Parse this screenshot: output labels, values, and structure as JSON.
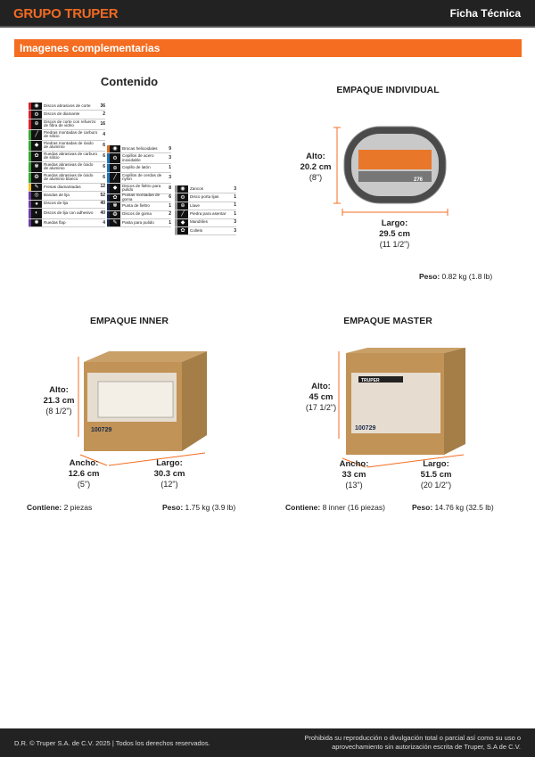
{
  "header": {
    "logo": "GRUPO TRUPER",
    "doc_type": "Ficha Técnica"
  },
  "section_title": "Imagenes complementarias",
  "contents": {
    "title": "Contenido",
    "col1": [
      {
        "label": "Discos abrasivos de corte",
        "qty": "36",
        "color": "#d9232d"
      },
      {
        "label": "Discos de diamante",
        "qty": "2",
        "color": "#d9232d"
      },
      {
        "label": "Discos de corte con refuerzo de fibra de vidrio",
        "qty": "16",
        "color": "#d9232d"
      },
      {
        "label": "Piedras montadas de carburo de silicio",
        "qty": "4",
        "color": "#3aa537"
      },
      {
        "label": "Piedras montadas de óxido de aluminio",
        "qty": "6",
        "color": "#3aa537"
      },
      {
        "label": "Ruedas abrasivas de carburo de silicio",
        "qty": "6",
        "color": "#3aa537"
      },
      {
        "label": "Ruedas abrasivas de óxido de aluminio",
        "qty": "6",
        "color": "#3aa537"
      },
      {
        "label": "Ruedas abrasivas de óxido de aluminio blanco",
        "qty": "6",
        "color": "#3aa537"
      },
      {
        "label": "Fresas diamantadas",
        "qty": "12",
        "color": "#f2c01e"
      },
      {
        "label": "Bandas de lija",
        "qty": "52",
        "color": "#6b3fa0"
      },
      {
        "label": "Discos de lija",
        "qty": "40",
        "color": "#6b3fa0"
      },
      {
        "label": "Discos de lija con adhesivo",
        "qty": "40",
        "color": "#6b3fa0"
      },
      {
        "label": "Ruedas flap",
        "qty": "4",
        "color": "#6b3fa0"
      }
    ],
    "col2": [
      {
        "label": "Brocas helicoidales",
        "qty": "9",
        "color": "#e07020"
      },
      {
        "label": "Cepillos de acero inoxidable",
        "qty": "3",
        "color": "#1f74b8"
      },
      {
        "label": "Cepillo de latón",
        "qty": "1",
        "color": "#1f74b8"
      },
      {
        "label": "Cepillos de cerdas de nylon",
        "qty": "3",
        "color": "#1f74b8"
      },
      {
        "label": "Discos de fieltro para pulido",
        "qty": "8",
        "color": "#1d2a4a"
      },
      {
        "label": "Puntas montadas de goma",
        "qty": "6",
        "color": "#1d2a4a"
      },
      {
        "label": "Punta de fieltro",
        "qty": "1",
        "color": "#1d2a4a"
      },
      {
        "label": "Discos de goma",
        "qty": "2",
        "color": "#1d2a4a"
      },
      {
        "label": "Pasta para pulido",
        "qty": "1",
        "color": "#1d2a4a"
      }
    ],
    "col3": [
      {
        "label": "Zancos",
        "qty": "3",
        "color": "#999999"
      },
      {
        "label": "Disco porta lijas",
        "qty": "1",
        "color": "#999999"
      },
      {
        "label": "Llave",
        "qty": "1",
        "color": "#999999"
      },
      {
        "label": "Piedra para asentar",
        "qty": "1",
        "color": "#999999"
      },
      {
        "label": "Mandriles",
        "qty": "3",
        "color": "#999999"
      },
      {
        "label": "Collets",
        "qty": "3",
        "color": "#999999"
      }
    ]
  },
  "individual": {
    "title": "EMPAQUE INDIVIDUAL",
    "height_label": "Alto:",
    "height": "20.2 cm",
    "height_in": "(8\")",
    "length_label": "Largo:",
    "length": "29.5 cm",
    "length_in": "(11 1/2\")",
    "weight_label": "Peso:",
    "weight": "0.82 kg (1.8 lb)",
    "box_text": "276"
  },
  "inner": {
    "title": "EMPAQUE INNER",
    "height_label": "Alto:",
    "height": "21.3 cm",
    "height_in": "(8 1/2\")",
    "width_label": "Ancho:",
    "width": "12.6 cm",
    "width_in": "(5\")",
    "length_label": "Largo:",
    "length": "30.3 cm",
    "length_in": "(12\")",
    "contains_label": "Contiene:",
    "contains": "2 piezas",
    "weight_label": "Peso:",
    "weight": "1.75 kg (3.9 lb)",
    "box_code": "100729"
  },
  "master": {
    "title": "EMPAQUE MASTER",
    "height_label": "Alto:",
    "height": "45 cm",
    "height_in": "(17 1/2\")",
    "width_label": "Ancho:",
    "width": "33 cm",
    "width_in": "(13\")",
    "length_label": "Largo:",
    "length": "51.5 cm",
    "length_in": "(20 1/2\")",
    "contains_label": "Contiene:",
    "contains": "8 inner (16 piezas)",
    "weight_label": "Peso:",
    "weight": "14.76 kg (32.5 lb)",
    "box_code": "100729",
    "brand": "TRUPER"
  },
  "footer": {
    "left": "D.R. © Truper S.A. de C.V. 2025 | Todos los derechos reservados.",
    "right1": "Prohibida su reproducción o divulgación total o parcial así como su uso o",
    "right2": "aprovechamiento sin autorización escrita de Truper, S.A de C.V."
  }
}
